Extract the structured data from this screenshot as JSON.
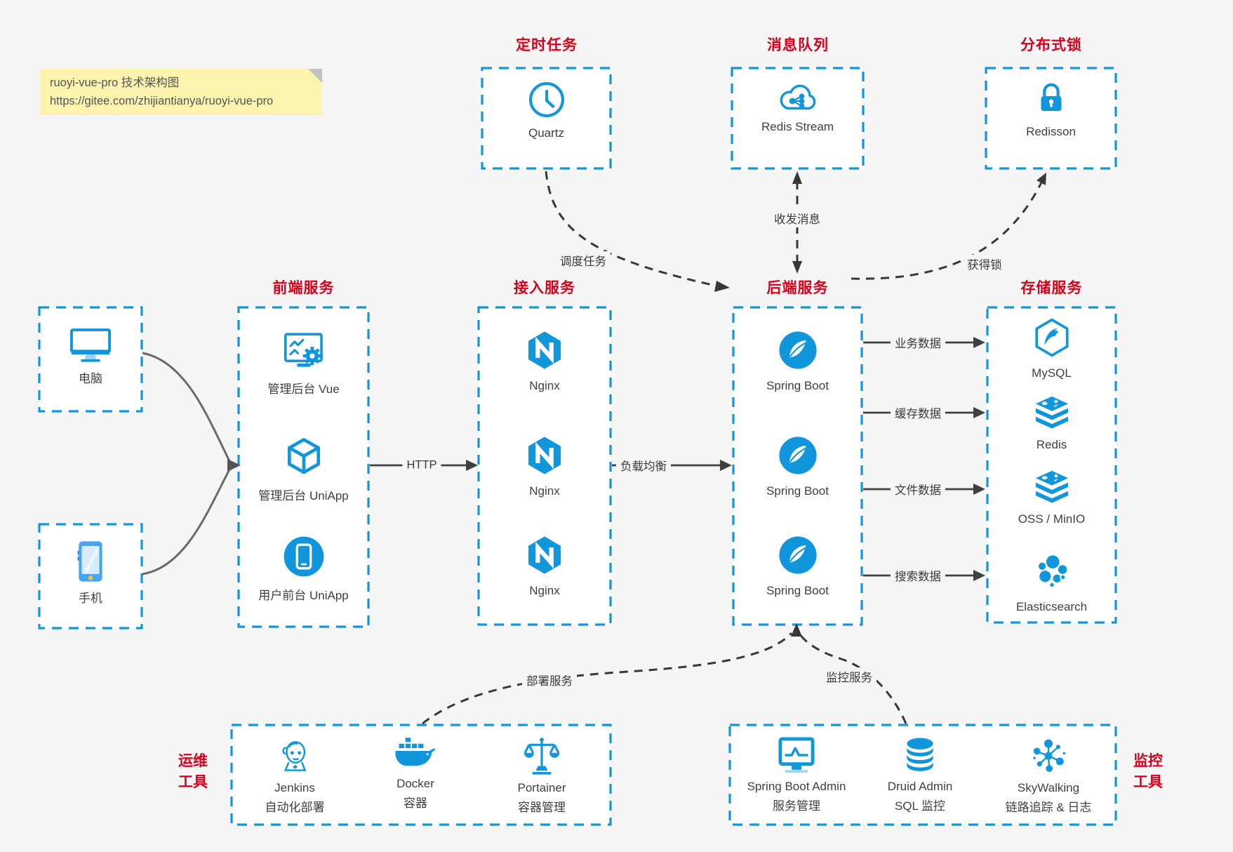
{
  "colors": {
    "accent_blue": "#1296db",
    "title_red": "#d9001b",
    "arrow_dark": "#3f3f3f",
    "arrow_gray": "#6a6a6a",
    "note_bg": "#fbf3ae",
    "canvas_bg": "#f5f5f6"
  },
  "note": {
    "title": "ruoyi-vue-pro 技术架构图",
    "url": "https://gitee.com/zhijiantianya/ruoyi-vue-pro"
  },
  "top_services": [
    {
      "title": "定时任务",
      "icon": "clock-icon",
      "label": "Quartz"
    },
    {
      "title": "消息队列",
      "icon": "cloud-share-icon",
      "label": "Redis Stream"
    },
    {
      "title": "分布式锁",
      "icon": "lock-icon",
      "label": "Redisson"
    }
  ],
  "clients": [
    {
      "icon": "desktop-icon",
      "label": "电脑"
    },
    {
      "icon": "smartphone-icon",
      "label": "手机"
    }
  ],
  "frontend": {
    "title": "前端服务",
    "items": [
      {
        "icon": "admin-vue-icon",
        "label": "管理后台 Vue"
      },
      {
        "icon": "cube-icon",
        "label": "管理后台 UniApp"
      },
      {
        "icon": "phone-circle-icon",
        "label": "用户前台 UniApp"
      }
    ]
  },
  "access": {
    "title": "接入服务",
    "items": [
      {
        "icon": "nginx-icon",
        "label": "Nginx"
      },
      {
        "icon": "nginx-icon",
        "label": "Nginx"
      },
      {
        "icon": "nginx-icon",
        "label": "Nginx"
      }
    ]
  },
  "backend": {
    "title": "后端服务",
    "items": [
      {
        "icon": "spring-icon",
        "label": "Spring Boot"
      },
      {
        "icon": "spring-icon",
        "label": "Spring Boot"
      },
      {
        "icon": "spring-icon",
        "label": "Spring Boot"
      }
    ]
  },
  "storage": {
    "title": "存储服务",
    "items": [
      {
        "icon": "mysql-icon",
        "label": "MySQL"
      },
      {
        "icon": "layers-icon",
        "label": "Redis"
      },
      {
        "icon": "layers-icon",
        "label": "OSS / MinIO"
      },
      {
        "icon": "elasticsearch-icon",
        "label": "Elasticsearch"
      }
    ]
  },
  "ops": {
    "title": "运维\n工具",
    "items": [
      {
        "icon": "jenkins-icon",
        "label": "Jenkins",
        "sublabel": "自动化部署"
      },
      {
        "icon": "docker-icon",
        "label": "Docker",
        "sublabel": "容器"
      },
      {
        "icon": "portainer-icon",
        "label": "Portainer",
        "sublabel": "容器管理"
      }
    ]
  },
  "monitoring": {
    "title": "监控\n工具",
    "items": [
      {
        "icon": "sba-icon",
        "label": "Spring Boot Admin",
        "sublabel": "服务管理"
      },
      {
        "icon": "druid-icon",
        "label": "Druid Admin",
        "sublabel": "SQL 监控"
      },
      {
        "icon": "skywalking-icon",
        "label": "SkyWalking",
        "sublabel": "链路追踪 & 日志"
      }
    ]
  },
  "edges": {
    "schedule": "调度任务",
    "message": "收发消息",
    "lock": "获得锁",
    "http": "HTTP",
    "load_balance": "负载均衡",
    "business": "业务数据",
    "cache": "缓存数据",
    "file": "文件数据",
    "search": "搜索数据",
    "deploy": "部署服务",
    "monitor": "监控服务"
  }
}
